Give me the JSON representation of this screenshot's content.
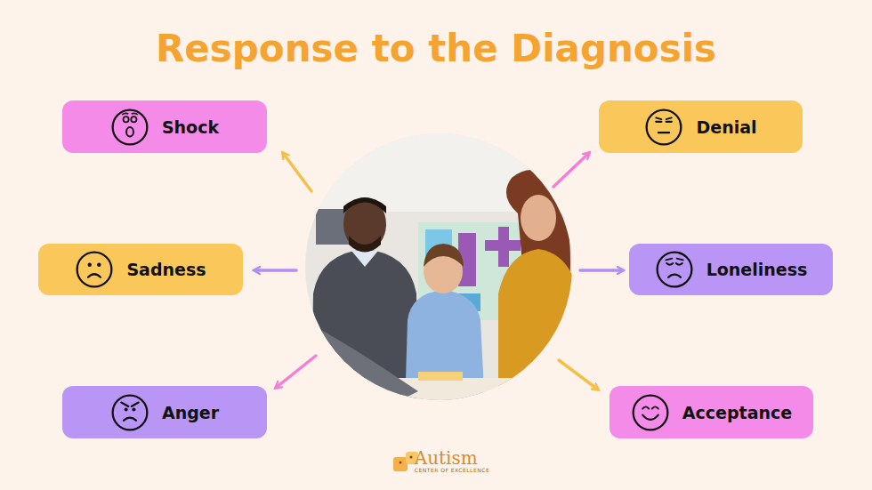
{
  "diagram": {
    "title": "Response to the Diagnosis",
    "nodes": [
      {
        "text": [
          "Shock"
        ]
      },
      {
        "text": [
          "Denial"
        ]
      },
      {
        "text": [
          "Sadness"
        ]
      },
      {
        "text": [
          "Loneliness"
        ]
      },
      {
        "text": [
          "Anger"
        ]
      },
      {
        "text": [
          "Acceptance"
        ]
      }
    ],
    "labels": [
      "Autism",
      "CENTER OF EXCELLENCE"
    ]
  }
}
